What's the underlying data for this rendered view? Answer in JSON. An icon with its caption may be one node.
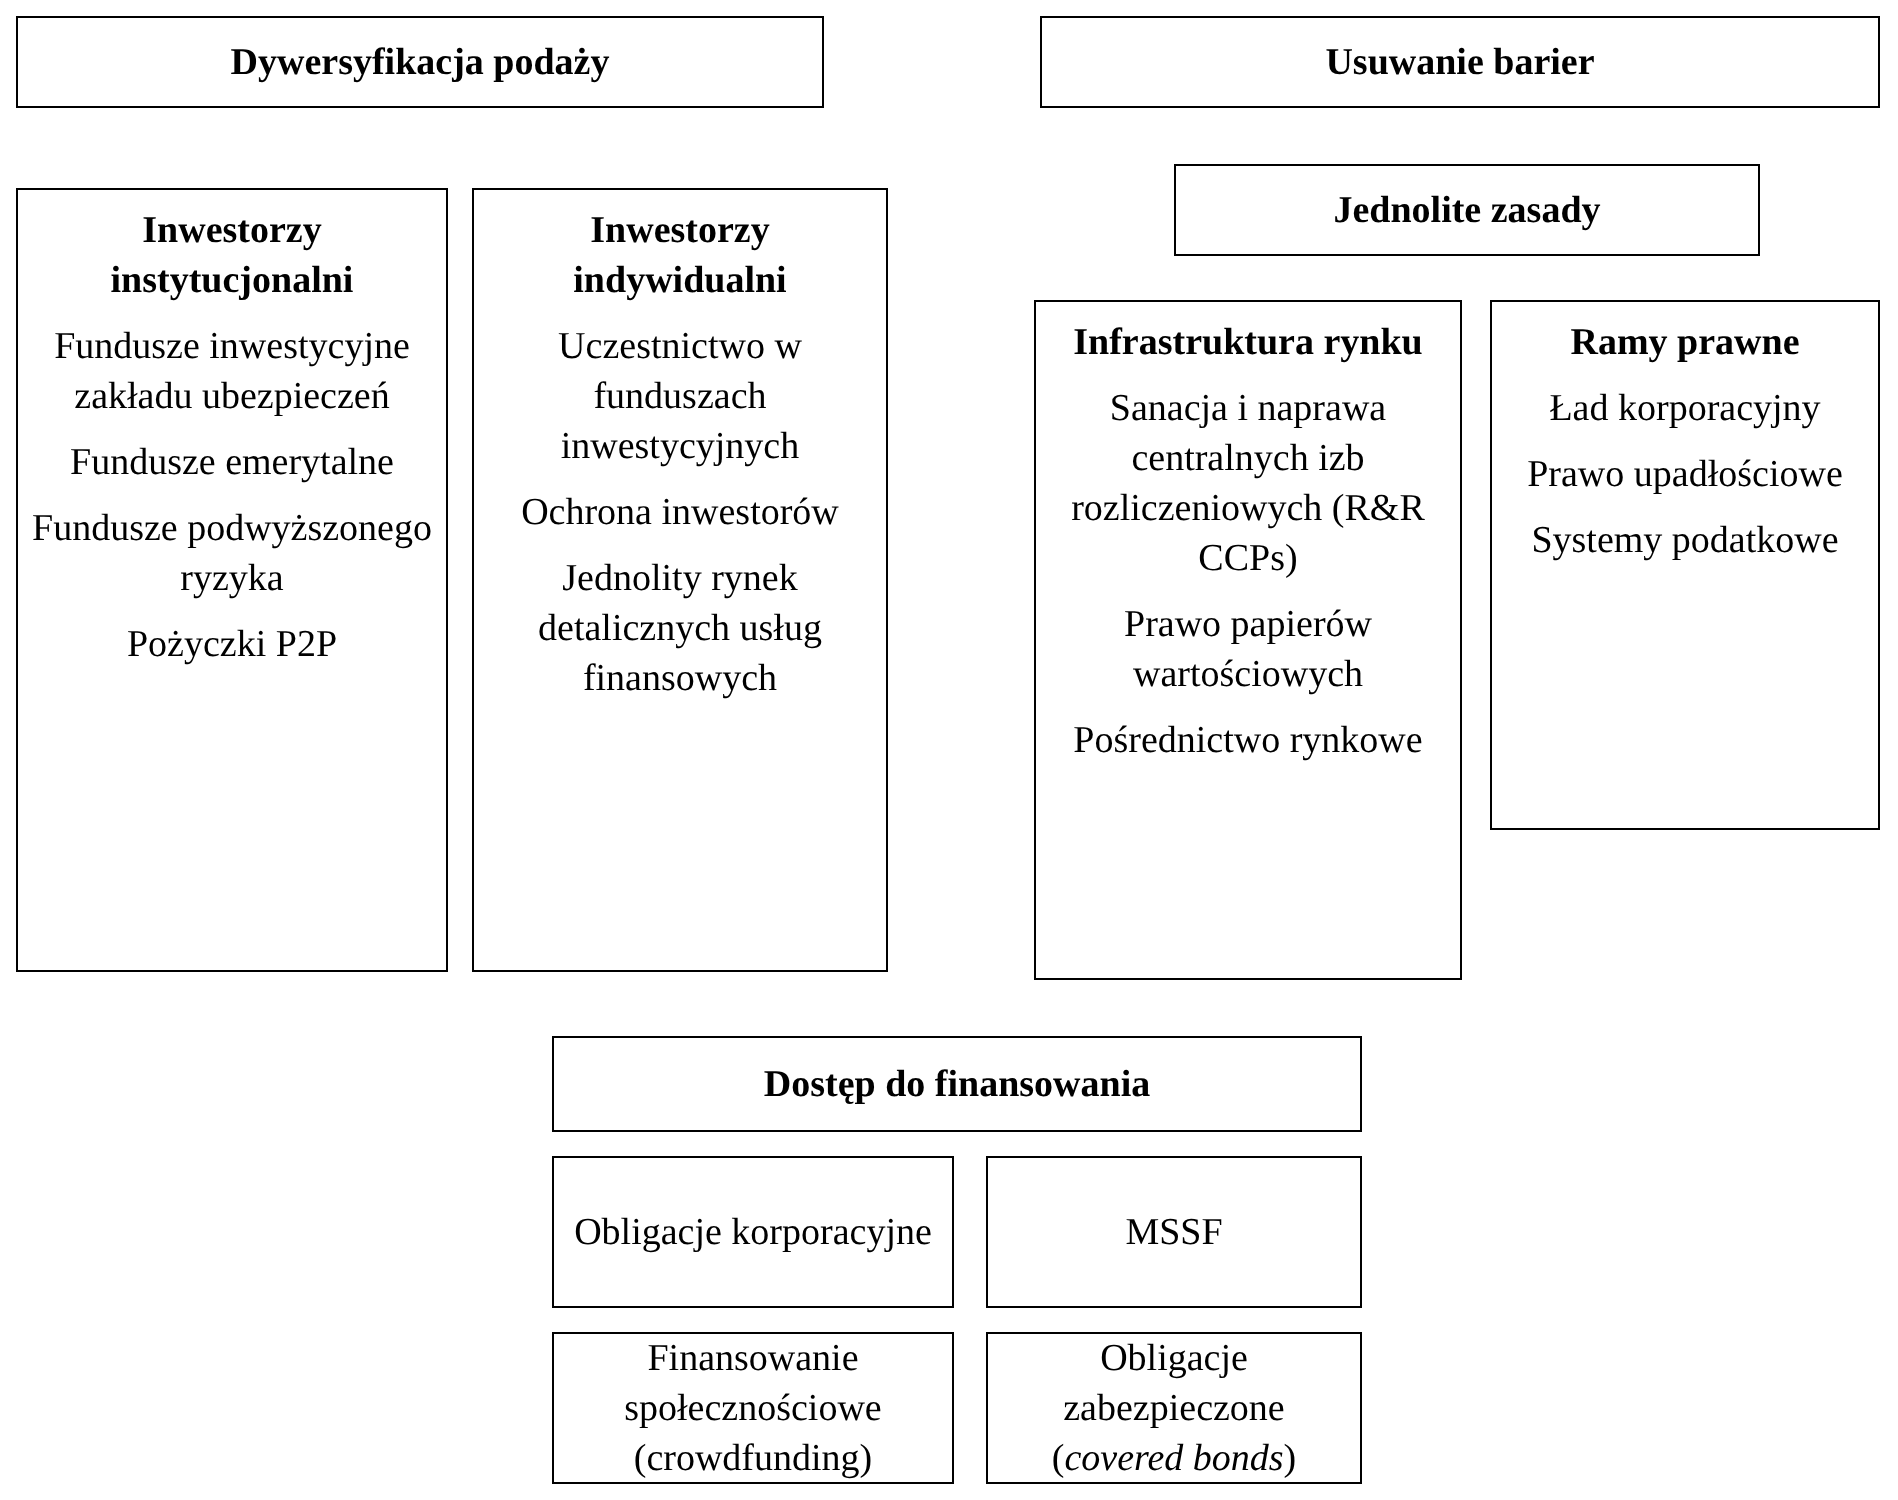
{
  "diagram": {
    "nodes": [
      {
        "text": [
          "Dywersyfikacja podaży"
        ]
      },
      {
        "text": [
          "Usuwanie barier"
        ]
      },
      {
        "text": [
          "Inwestorzy instytucjonalni",
          "Fundusze inwestycyjne zakładu ubezpieczeń",
          "Fundusze emerytalne",
          "Fundusze podwyższonego ryzyka",
          "Pożyczki P2P"
        ]
      },
      {
        "text": [
          "Inwestorzy indywidualni",
          "Uczestnictwo w funduszach inwestycyjnych",
          "Ochrona inwestorów",
          "Jednolity rynek detalicznych usług finansowych"
        ]
      },
      {
        "text": [
          "Jednolite zasady"
        ]
      },
      {
        "text": [
          "Infrastruktura rynku",
          "Sanacja i naprawa centralnych izb rozliczeniowych (R&R CCPs)",
          "Prawo papierów wartościowych",
          "Pośrednictwo rynkowe"
        ]
      },
      {
        "text": [
          "Ramy prawne",
          "Ład korporacyjny",
          "Prawo upadłościowe",
          "Systemy podatkowe"
        ]
      },
      {
        "text": [
          "Dostęp do finansowania"
        ]
      },
      {
        "text": [
          "Obligacje korporacyjne"
        ]
      },
      {
        "text": [
          "MSSF"
        ]
      },
      {
        "text": [
          "Finansowanie społecznościowe (crowdfunding)"
        ]
      },
      {
        "text": [
          "Obligacje zabezpieczone (*covered bonds*)"
        ]
      }
    ]
  }
}
